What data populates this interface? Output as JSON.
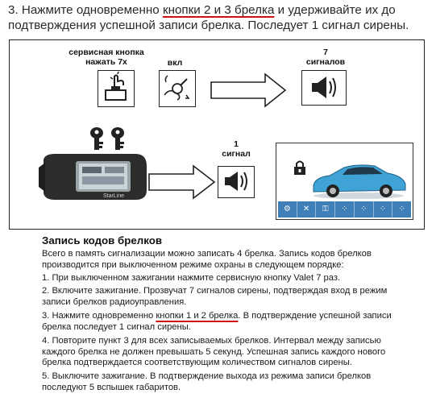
{
  "top_instruction": {
    "prefix": "3. Нажмите одновременно ",
    "highlight": "кнопки 2 и 3 брелка",
    "suffix": " и удерживайте их до подтверждения успешной записи брелка. Последует 1 сигнал сирены."
  },
  "diagram": {
    "service_button_label_line1": "сервисная кнопка",
    "service_button_label_line2": "нажать 7х",
    "on_label": "вкл",
    "signals_7_line1": "7",
    "signals_7_line2": "сигналов",
    "signal_1_line1": "1",
    "signal_1_line2": "сигнал",
    "fob_brand": "StarLine",
    "icons": [
      "hand-pressing-button-icon",
      "key-turn-icon",
      "siren-speaker-icon",
      "fob-keys-icon",
      "car-lock-icon"
    ],
    "colors": {
      "car": "#3fa3d6",
      "screen_bar": "#3d7fb6",
      "fob_body": "#2c2c2c"
    }
  },
  "section": {
    "heading": "Запись кодов брелков",
    "intro": "Всего в память сигнализации можно записать 4 брелка. Запись кодов брелков производится при выключенном режиме охраны в следующем порядке:",
    "step1": "1. При выключенном зажигании нажмите сервисную кнопку Valet 7 раз.",
    "step2": "2. Включите зажигание. Прозвучат 7 сигналов сирены, подтверждая вход в режим записи брелков радиоуправления.",
    "step3_prefix": "3. Нажмите одновременно ",
    "step3_highlight": "кнопки 1 и 2 брелка",
    "step3_suffix": ". В подтверждение успешной записи брелка последует 1 сигнал сирены.",
    "step4": "4. Повторите пункт 3 для всех записываемых брелков. Интервал между записью каждого брелка не должен превышать 5 секунд. Успешная запись каждого нового брелка подтверждается соответствующим количеством сигналов сирены.",
    "step5": "5. Выключите зажигание. В подтверждение выхода из режима записи брелков последуют 5 вспышек габаритов."
  }
}
